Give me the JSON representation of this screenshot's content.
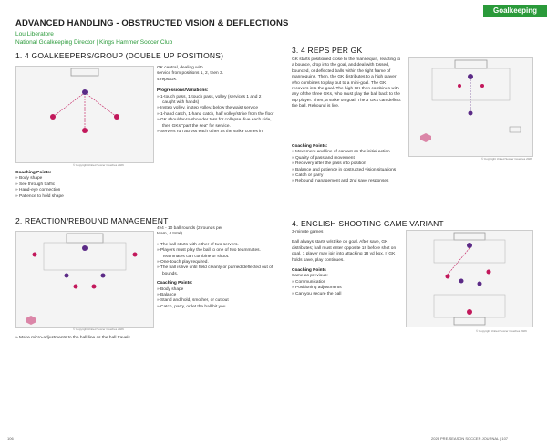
{
  "header": {
    "title": "ADVANCED HANDLING - OBSTRUCTED VISION & DEFLECTIONS",
    "author": "Lou Liberatore",
    "affiliation": "National Goalkeeping Director | Kings Hammer Soccer Club",
    "tag": "Goalkeeping"
  },
  "s1": {
    "heading": "1. 4 GOALKEEPERS/GROUP (DOUBLE UP POSITIONS)",
    "intro": [
      "GK central, dealing with",
      "service from positions 1, 2, then 3.",
      "4 reps/GK"
    ],
    "prog_title": "Progressions/Variations:",
    "prog": [
      "» 1-touch pass, 1-touch pass, volley (services 1 and 2 caught with hands)",
      "» Instep volley, instep volley, below the waist service",
      "» 1-hand catch, 1-hand catch, half volley/strike from the floor",
      "» GK shoulder-to-shoulder toss for collapse dive each side, then GKs \"part the sea\" for service.",
      "» Servers run across each other as the strike comes in."
    ],
    "coach_title": "Coaching Points:",
    "coach": [
      "» Body shape",
      "» See through traffic",
      "» Hand-eye connection",
      "» Patience to hold shape"
    ]
  },
  "s2": {
    "heading": "2. REACTION/REBOUND MANAGEMENT",
    "intro": [
      "4v4 - 10 ball rounds (2 rounds per",
      "team, 4 total)"
    ],
    "list": [
      "» The ball starts with either of two servers.",
      "» Players must play the ball to one of two teammates. Teammates can combine or shoot.",
      "» One-touch play required.",
      "» The ball is live until held cleanly or parried/deflected out of bounds."
    ],
    "coach_title": "Coaching Points:",
    "coach": [
      "» Body shape",
      "» Balance",
      "» Stand and hold, smother, or cut out",
      "» Catch, parry, or let the ball hit you",
      "» Make micro-adjustments to the ball line as the ball travels"
    ]
  },
  "s3": {
    "heading": "3. 4 REPS PER GK",
    "body": "GK starts positioned close to the mannequin, reacting to a bounce, drop into the goal, and deal with tossed, bounced, or deflected balls within the tight frame of mannequins. Then, the GK distributes to a high player who combines to play out to a mini-goal. The GK recovers into the goal. The high GK then combines with any of the three GKs, who must play the ball back to the top player. Then, a strike on goal. The 3 GKs can deflect the ball. Rebound is live.",
    "coach_title": "Coaching Points:",
    "coach": [
      "» Movement and line of contact on the initial action",
      "» Quality of pass and movement",
      "» Recovery after the pass into position",
      "» Balance and patience in obstructed vision situations",
      "» Catch or parry",
      "» Rebound management and 2nd save responses"
    ]
  },
  "s4": {
    "heading": "4. ENGLISH SHOOTING GAME VARIANT",
    "duration": "3-minute games",
    "body": "Ball always starts w/strike on goal. After save, GK distributes; ball must enter opposite 18 before shot on goal. 1 player may join into attacking 18 yd box. If GK holds save, play continues.",
    "coach_title": "Coaching Points",
    "coach": [
      "Same as previous:",
      "» Communication",
      "» Positioning adjustments",
      "» Can you secure the ball"
    ]
  },
  "copyright": "© Copyright United Soccer Coaches 2026",
  "footer": {
    "left": "106",
    "right": "2026 PRE-SEASON SOCCER JOURNAL | 107"
  },
  "colors": {
    "accent": "#2a9a3a",
    "team_a": "#c2185b",
    "team_b": "#5b2a86",
    "cone": "#e53935"
  }
}
